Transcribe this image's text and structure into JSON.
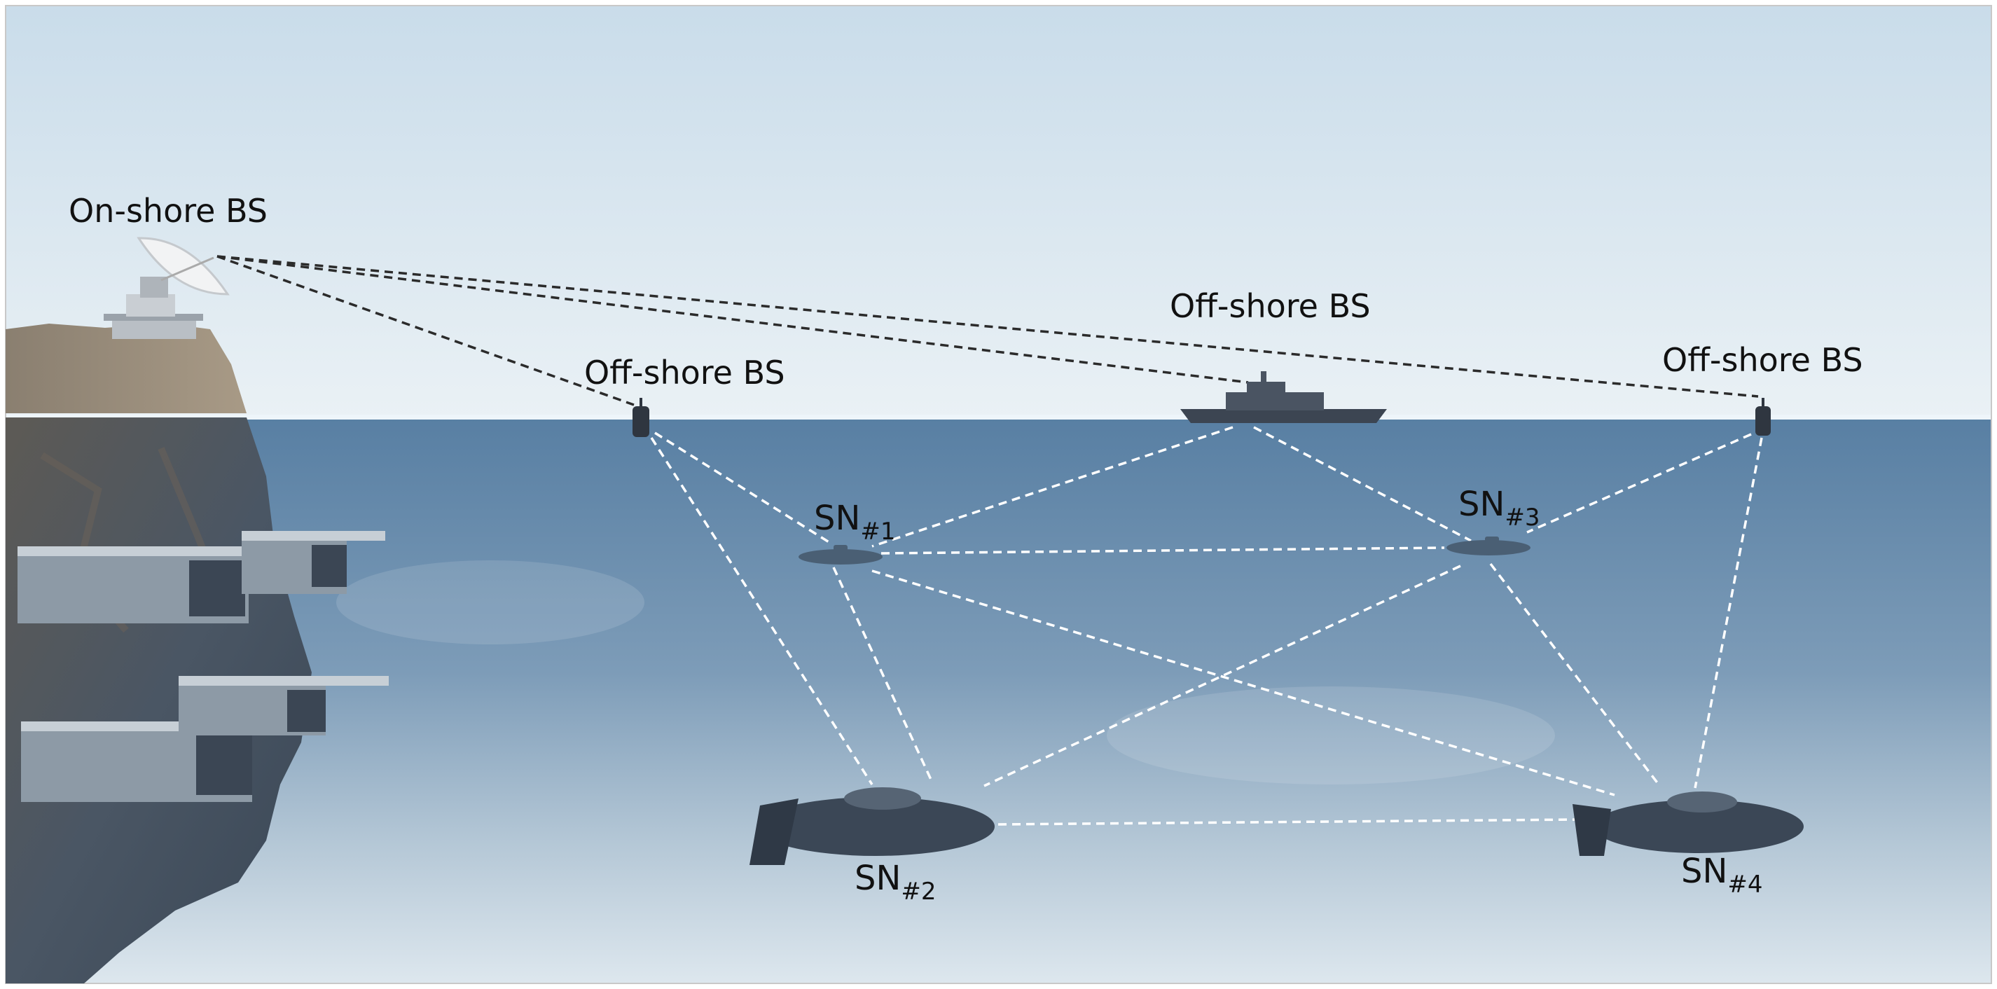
{
  "labels": {
    "onshore": "On-shore BS",
    "offshore_left": "Off-shore BS",
    "offshore_center": "Off-shore BS",
    "offshore_right": "Off-shore BS"
  },
  "sensor_nodes": [
    {
      "base": "SN",
      "sub": "#1"
    },
    {
      "base": "SN",
      "sub": "#2"
    },
    {
      "base": "SN",
      "sub": "#3"
    },
    {
      "base": "SN",
      "sub": "#4"
    }
  ],
  "colors": {
    "sky_top": "#c9dcea",
    "sky_bottom": "#e8f0f4",
    "water_top": "#5b83a8",
    "water_bottom": "#d7e2ea",
    "surface_link": "#2b2b2b",
    "underwater_link": "#ffffff",
    "vessel": "#3c4552"
  },
  "icons": [
    "satellite-dish-icon",
    "buoy-icon",
    "ship-icon",
    "submarine-icon",
    "cliff-icon",
    "building-icon"
  ]
}
